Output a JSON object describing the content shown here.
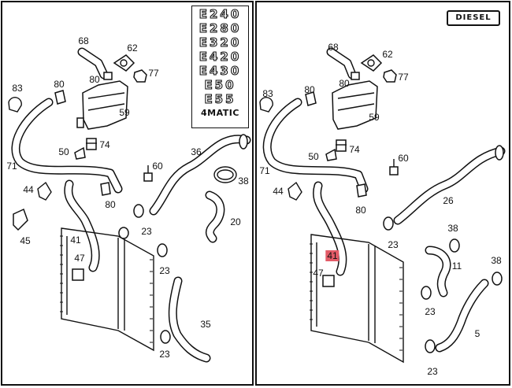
{
  "diagram": {
    "badge": "DIESEL",
    "emblems": [
      "E240",
      "E280",
      "E320",
      "E420",
      "E430",
      "E50",
      "E55",
      "4MATIC"
    ],
    "left_panel_labels": [
      "68",
      "62",
      "80",
      "77",
      "83",
      "80",
      "59",
      "50",
      "74",
      "71",
      "60",
      "36",
      "44",
      "80",
      "38",
      "20",
      "45",
      "23",
      "41",
      "47",
      "23",
      "35",
      "23"
    ],
    "right_panel_labels": [
      "68",
      "62",
      "80",
      "77",
      "83",
      "80",
      "59",
      "50",
      "74",
      "71",
      "60",
      "44",
      "80",
      "26",
      "23",
      "38",
      "41",
      "11",
      "38",
      "47",
      "23",
      "5",
      "23"
    ],
    "highlighted_label": "41",
    "highlight_color": "#e35b67"
  }
}
